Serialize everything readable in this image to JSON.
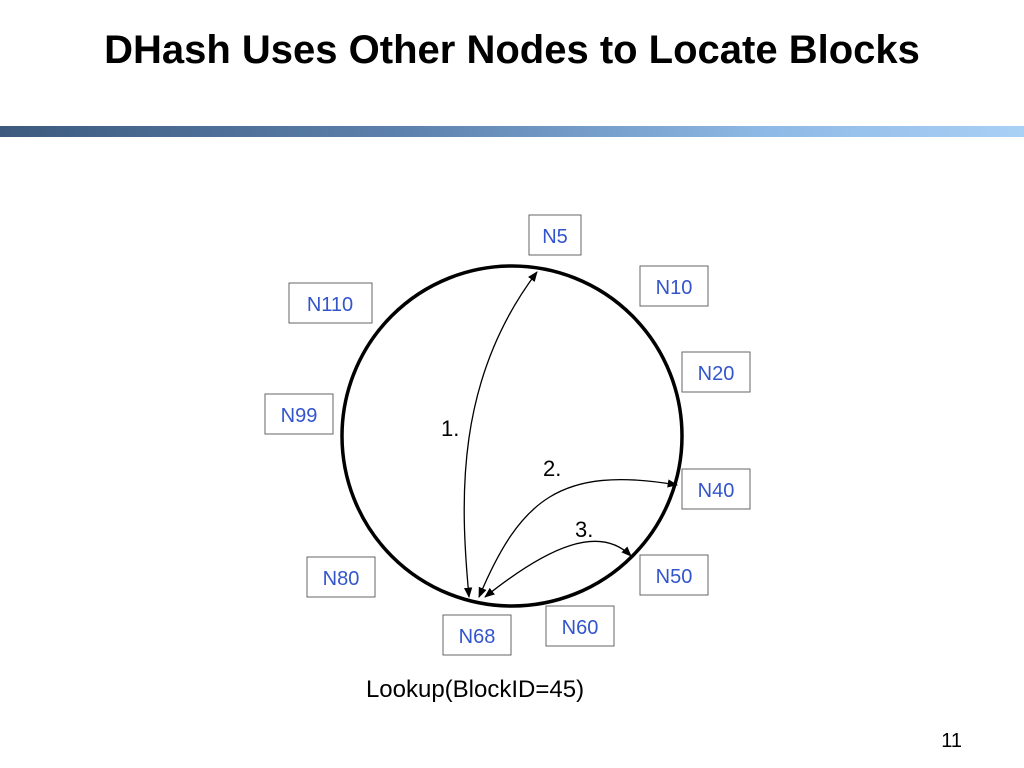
{
  "slide": {
    "title": "DHash Uses Other Nodes to Locate Blocks",
    "caption": "Lookup(BlockID=45)",
    "page_number": "11"
  },
  "colors": {
    "title_bar_start": "#3d5a7e",
    "title_bar_end": "#a9d0f5",
    "node_text": "#3355cc",
    "ring": "#000000"
  },
  "ring": {
    "nodes": [
      "N5",
      "N10",
      "N20",
      "N40",
      "N50",
      "N60",
      "N68",
      "N80",
      "N99",
      "N110"
    ]
  },
  "steps": [
    {
      "label": "1.",
      "from": "N68",
      "to": "N5"
    },
    {
      "label": "2.",
      "from": "N68",
      "to": "N40"
    },
    {
      "label": "3.",
      "from": "N68",
      "to": "N50"
    }
  ]
}
